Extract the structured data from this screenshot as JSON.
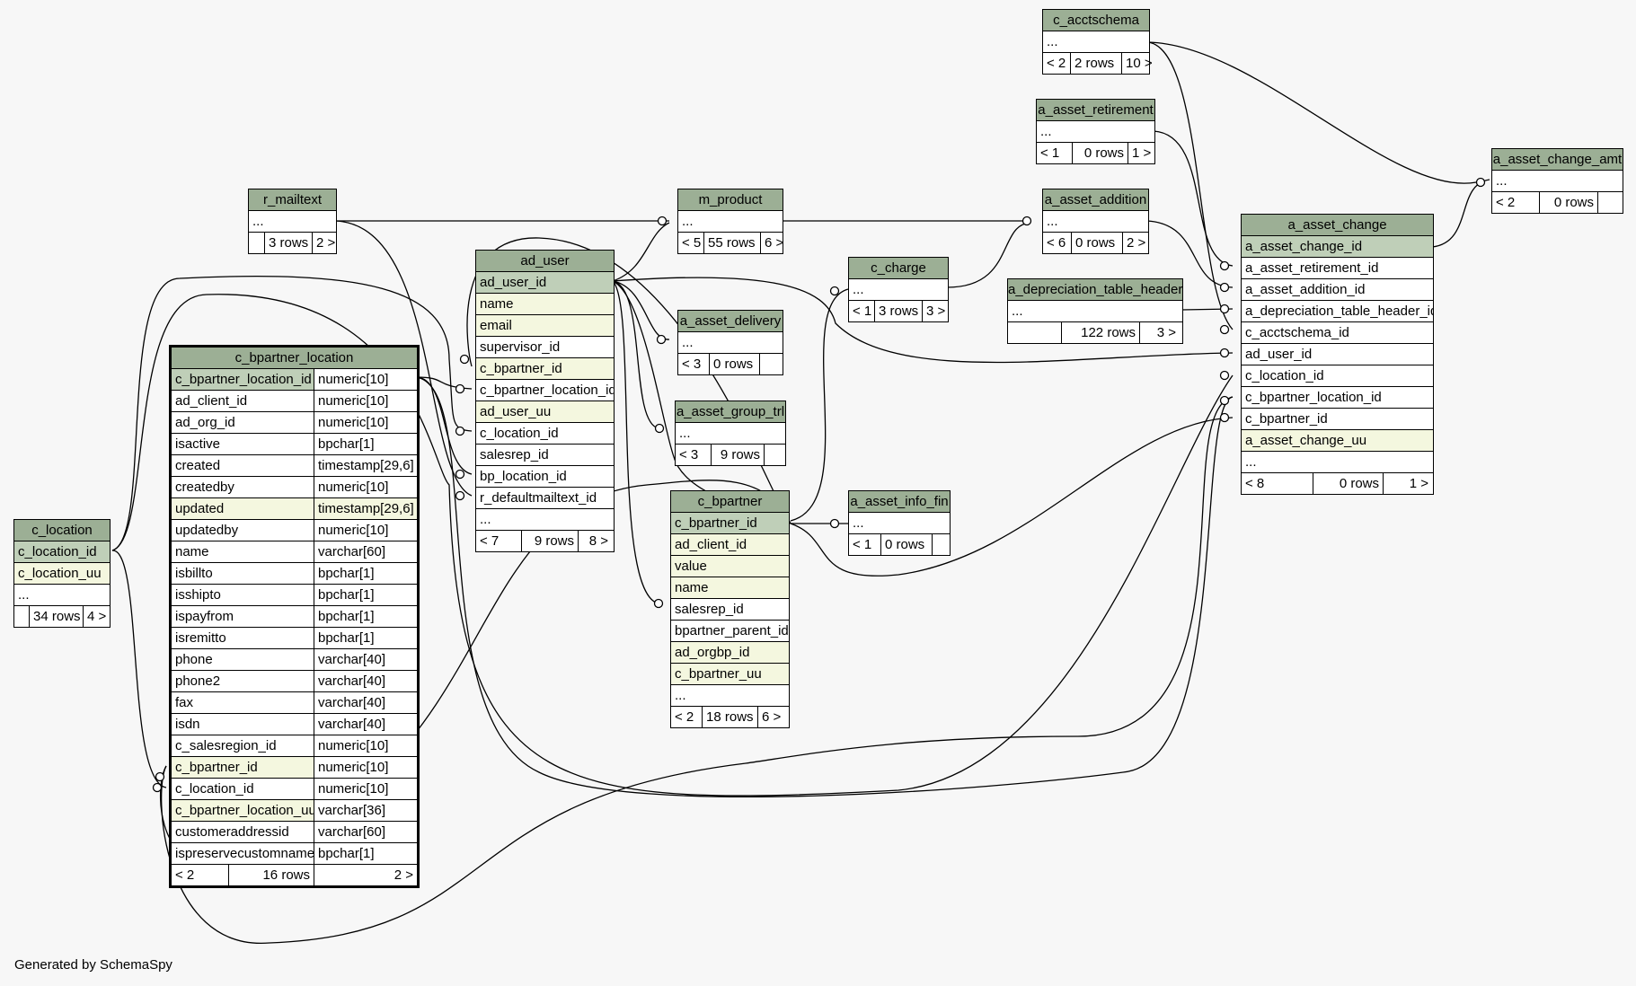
{
  "credit": "Generated by SchemaSpy",
  "tables": {
    "c_acctschema": {
      "name": "c_acctschema",
      "rows": [
        "..."
      ],
      "footer": [
        "< 2",
        "2 rows",
        "10 >"
      ]
    },
    "a_asset_retirement": {
      "name": "a_asset_retirement",
      "rows": [
        "..."
      ],
      "footer": [
        "< 1",
        "0 rows",
        "1 >"
      ]
    },
    "a_asset_change_amt": {
      "name": "a_asset_change_amt",
      "rows": [
        "..."
      ],
      "footer": [
        "< 2",
        "0 rows",
        ""
      ]
    },
    "r_mailtext": {
      "name": "r_mailtext",
      "rows": [
        "..."
      ],
      "footer": [
        "",
        "3 rows",
        "2 >"
      ]
    },
    "m_product": {
      "name": "m_product",
      "rows": [
        "..."
      ],
      "footer": [
        "< 5",
        "55 rows",
        "6 >"
      ]
    },
    "a_asset_addition": {
      "name": "a_asset_addition",
      "rows": [
        "..."
      ],
      "footer": [
        "< 6",
        "0 rows",
        "2 >"
      ]
    },
    "a_asset_change": {
      "name": "a_asset_change",
      "rows": [
        "a_asset_change_id",
        "a_asset_retirement_id",
        "a_asset_addition_id",
        "a_depreciation_table_header_id",
        "c_acctschema_id",
        "ad_user_id",
        "c_location_id",
        "c_bpartner_location_id",
        "c_bpartner_id",
        "a_asset_change_uu",
        "..."
      ],
      "footer": [
        "< 8",
        "0 rows",
        "1 >"
      ]
    },
    "ad_user": {
      "name": "ad_user",
      "rows": [
        "ad_user_id",
        "name",
        "email",
        "supervisor_id",
        "c_bpartner_id",
        "c_bpartner_location_id",
        "ad_user_uu",
        "c_location_id",
        "salesrep_id",
        "bp_location_id",
        "r_defaultmailtext_id",
        "..."
      ],
      "footer": [
        "< 7",
        "9 rows",
        "8 >"
      ]
    },
    "c_charge": {
      "name": "c_charge",
      "rows": [
        "..."
      ],
      "footer": [
        "< 1",
        "3 rows",
        "3 >"
      ]
    },
    "a_depreciation_table_header": {
      "name": "a_depreciation_table_header",
      "rows": [
        "..."
      ],
      "footer": [
        "",
        "122 rows",
        "3 >"
      ]
    },
    "a_asset_delivery": {
      "name": "a_asset_delivery",
      "rows": [
        "..."
      ],
      "footer": [
        "< 3",
        "0 rows",
        ""
      ]
    },
    "c_bpartner_location": {
      "name": "c_bpartner_location",
      "columns": [
        [
          "c_bpartner_location_id",
          "numeric[10]"
        ],
        [
          "ad_client_id",
          "numeric[10]"
        ],
        [
          "ad_org_id",
          "numeric[10]"
        ],
        [
          "isactive",
          "bpchar[1]"
        ],
        [
          "created",
          "timestamp[29,6]"
        ],
        [
          "createdby",
          "numeric[10]"
        ],
        [
          "updated",
          "timestamp[29,6]"
        ],
        [
          "updatedby",
          "numeric[10]"
        ],
        [
          "name",
          "varchar[60]"
        ],
        [
          "isbillto",
          "bpchar[1]"
        ],
        [
          "isshipto",
          "bpchar[1]"
        ],
        [
          "ispayfrom",
          "bpchar[1]"
        ],
        [
          "isremitto",
          "bpchar[1]"
        ],
        [
          "phone",
          "varchar[40]"
        ],
        [
          "phone2",
          "varchar[40]"
        ],
        [
          "fax",
          "varchar[40]"
        ],
        [
          "isdn",
          "varchar[40]"
        ],
        [
          "c_salesregion_id",
          "numeric[10]"
        ],
        [
          "c_bpartner_id",
          "numeric[10]"
        ],
        [
          "c_location_id",
          "numeric[10]"
        ],
        [
          "c_bpartner_location_uu",
          "varchar[36]"
        ],
        [
          "customeraddressid",
          "varchar[60]"
        ],
        [
          "ispreservecustomname",
          "bpchar[1]"
        ]
      ],
      "footer": [
        "< 2",
        "16 rows",
        "2 >"
      ]
    },
    "a_asset_group_trl": {
      "name": "a_asset_group_trl",
      "rows": [
        "..."
      ],
      "footer": [
        "< 3",
        "9 rows",
        ""
      ]
    },
    "c_location": {
      "name": "c_location",
      "rows": [
        "c_location_id",
        "c_location_uu",
        "..."
      ],
      "footer": [
        "",
        "34 rows",
        "4 >"
      ]
    },
    "c_bpartner": {
      "name": "c_bpartner",
      "rows": [
        "c_bpartner_id",
        "ad_client_id",
        "value",
        "name",
        "salesrep_id",
        "bpartner_parent_id",
        "ad_orgbp_id",
        "c_bpartner_uu",
        "..."
      ],
      "footer": [
        "< 2",
        "18 rows",
        "6 >"
      ]
    },
    "a_asset_info_fin": {
      "name": "a_asset_info_fin",
      "rows": [
        "..."
      ],
      "footer": [
        "< 1",
        "0 rows",
        ""
      ]
    }
  }
}
